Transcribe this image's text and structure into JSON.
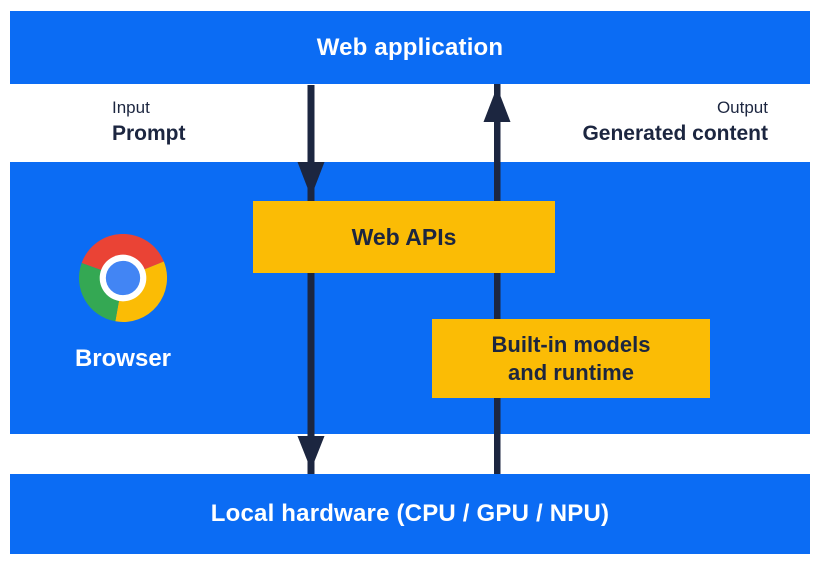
{
  "layers": {
    "web_application": "Web application",
    "local_hardware": "Local hardware (CPU / GPU / NPU)"
  },
  "io": {
    "input_label": "Input",
    "input_value": "Prompt",
    "output_label": "Output",
    "output_value": "Generated content"
  },
  "browser": {
    "label": "Browser",
    "web_apis_label": "Web APIs",
    "builtin_models_line1": "Built-in models",
    "builtin_models_line2": "and runtime"
  },
  "icons": {
    "chrome": "chrome-browser-logo",
    "input_arrow": "down-arrow",
    "output_arrow": "up-arrow"
  },
  "colors": {
    "blue": "#0b6cf4",
    "yellow": "#fbbc05",
    "navy": "#1c2640",
    "white": "#ffffff",
    "chrome_red": "#ea4335",
    "chrome_green": "#34a853",
    "chrome_yellow": "#fbbc05",
    "chrome_blue": "#4285f4"
  }
}
